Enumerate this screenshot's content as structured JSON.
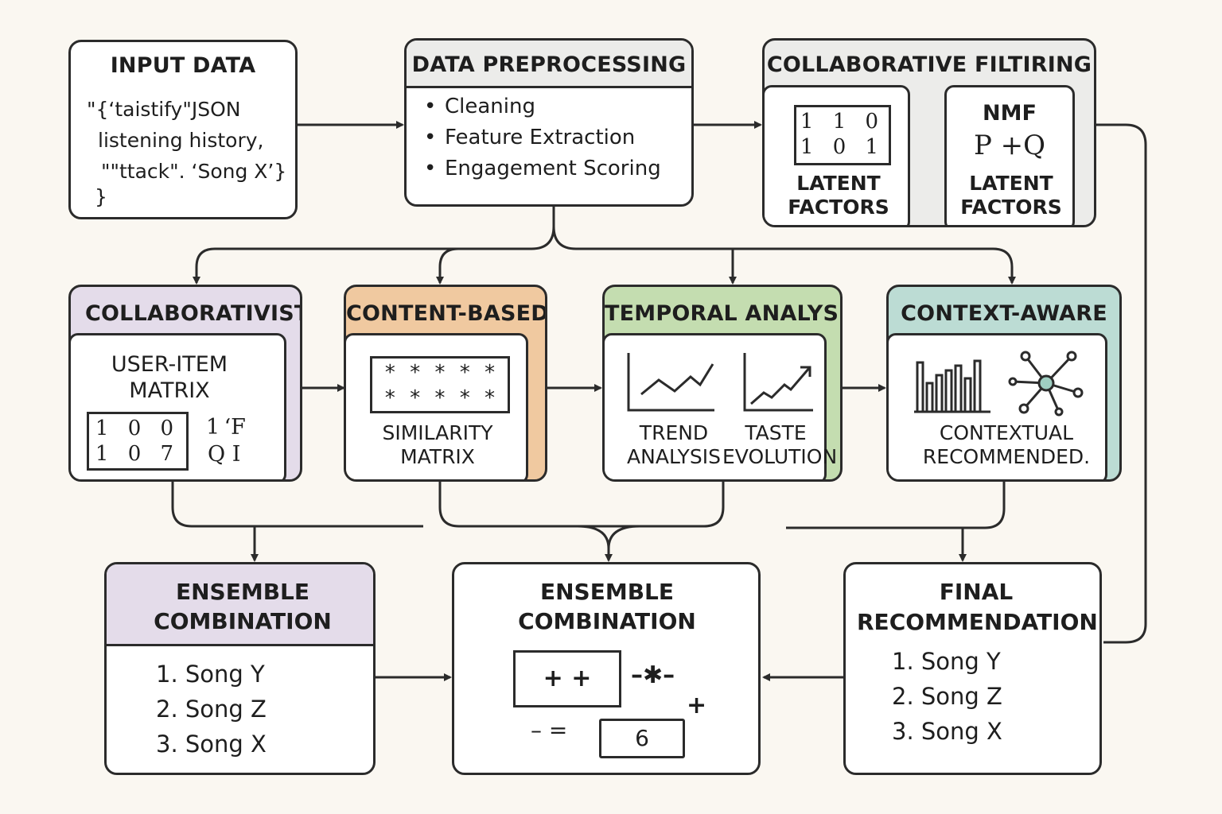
{
  "colors": {
    "background": "#faf7f1",
    "stroke": "#2b2b2b",
    "collaborativist": "#e4dcea",
    "content_based": "#f0c9a0",
    "temporal": "#c4ddb0",
    "context_aware": "#bcdcd4",
    "ensemble_header": "#e4dcea",
    "gray_panel": "#ececea"
  },
  "input_data": {
    "title": "INPUT DATA",
    "lines": [
      "\"{‘taistify\"JSON",
      "listening history,",
      "\"\"ttack\". ‘Song X’}",
      "}"
    ]
  },
  "preprocessing": {
    "title": "DATA PREPROCESSING",
    "bullets": [
      "Cleaning",
      "Feature Extraction",
      "Engagement Scoring"
    ]
  },
  "collab_filtering": {
    "title": "COLLABORATIVE FILTIRING",
    "matrix_rows": [
      "1 1 0",
      "1 0 1"
    ],
    "left_label": "LATENT FACTORS",
    "nmf_title": "NMF",
    "nmf_formula": "P +Q",
    "right_label": "LATENT FACTORS"
  },
  "collaborativist": {
    "title": "COLLABORATIVIST",
    "matrix_title": "USER-ITEM MATRIX",
    "matrix_rows": [
      "1 0 0",
      "1 0 7"
    ],
    "side_rows": [
      "1 ʻF",
      "Q I"
    ]
  },
  "content_based": {
    "title": "CONTENT-BASED",
    "stars": "* * * * *",
    "label": "SIMILARITY MATRIX"
  },
  "temporal": {
    "title": "TEMPORAL ANALYSIS",
    "trend_label": "TREND ANALYSIS",
    "taste_label": "TASTE EVOLUTION",
    "trend_icon": "line-chart-icon",
    "taste_icon": "trending-up-icon"
  },
  "context_aware": {
    "title": "CONTEXT-AWARE",
    "label": "CONTEXTUAL RECOMMENDED.",
    "bar_icon": "bar-chart-icon",
    "network_icon": "network-icon"
  },
  "ensemble_left": {
    "title": "ENSEMBLE COMBINATION",
    "items": [
      "1.  Song Y",
      "2.  Song Z",
      "3.  Song X"
    ]
  },
  "ensemble_center": {
    "title": "ENSEMBLE COMBINATION",
    "symbols_box": "+ +",
    "symbols_right": "–✱–",
    "plus": "+",
    "equals": "– =",
    "result": "6"
  },
  "final": {
    "title": "FINAL RECOMMENDATION",
    "items": [
      "1.  Song Y",
      "2.  Song Z",
      "3.  Song X"
    ]
  }
}
